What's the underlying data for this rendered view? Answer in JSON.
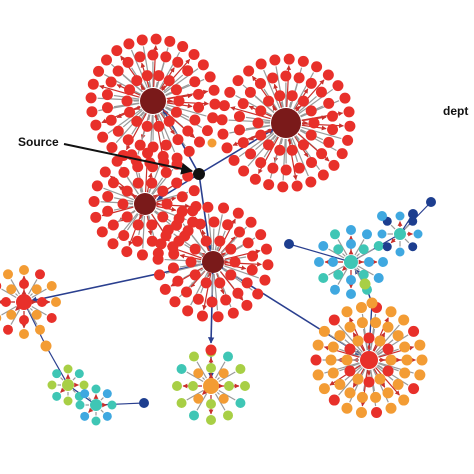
{
  "labels": {
    "source": "Source",
    "depth": "dept"
  },
  "colors": {
    "hub": "#7a1a1a",
    "source": "#111111",
    "red": "#e8302a",
    "orange": "#f39c34",
    "green": "#a8cf45",
    "teal": "#3fc6b5",
    "sky": "#3fa8e0",
    "navy": "#1d3e8f",
    "edge_main": "#2a3f8f",
    "edge_leaf": "#9a9a9a",
    "arrow_red": "#c9302c",
    "arrow_blue": "#2a3f8f"
  },
  "icons": {
    "node": "circle",
    "arrow": "arrowhead"
  }
}
